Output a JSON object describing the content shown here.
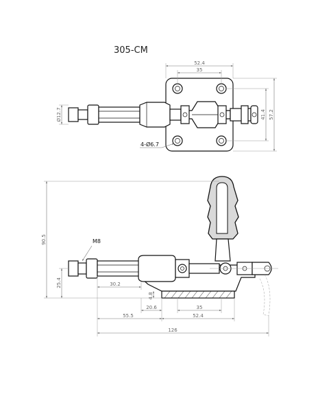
{
  "title": "305-CM",
  "top_view": {
    "dims": {
      "width_outer": "52.4",
      "width_holes": "35",
      "height_holes": "41.4",
      "height_outer": "57.2",
      "thread_dia": "Ø12.7",
      "holes_note": "4-Ø6.7"
    }
  },
  "side_view": {
    "dims": {
      "thread_label": "M8",
      "total_height": "90.5",
      "plunger_height": "25.4",
      "stroke": "30.2",
      "base_thickness": "4.8",
      "offset_small": "20.6",
      "hole_span": "35",
      "plunger_offset": "55.5",
      "base_width": "52.4",
      "total_length": "126"
    }
  }
}
